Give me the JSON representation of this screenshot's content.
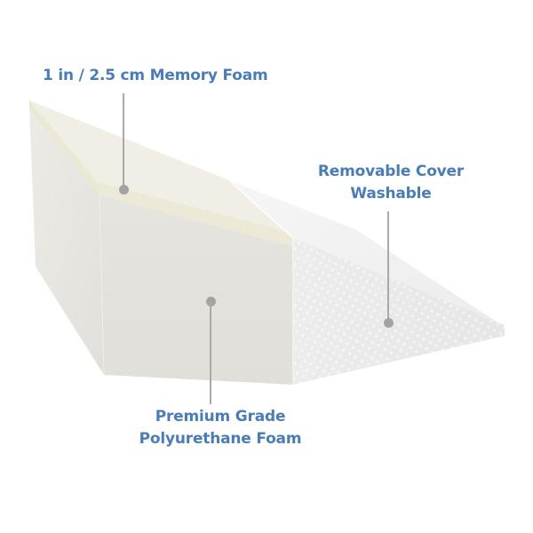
{
  "product": {
    "name": "wedge-pillow",
    "colors": {
      "label_text": "#4a7cb6",
      "pointer": "#a9a9a9",
      "foam_side": "#e9e7e1",
      "foam_front": "#e4e2dc",
      "memory_foam": "#efedde",
      "cover": "#ededed",
      "background": "#ffffff"
    }
  },
  "callouts": [
    {
      "id": "memory-foam",
      "text": "1 in / 2.5 cm Memory Foam",
      "lines": [
        "1 in / 2.5 cm Memory Foam"
      ]
    },
    {
      "id": "cover",
      "text": "Removable Cover Washable",
      "lines": [
        "Removable Cover",
        "Washable"
      ]
    },
    {
      "id": "base-foam",
      "text": "Premium Grade Polyurethane Foam",
      "lines": [
        "Premium Grade",
        "Polyurethane Foam"
      ]
    }
  ]
}
